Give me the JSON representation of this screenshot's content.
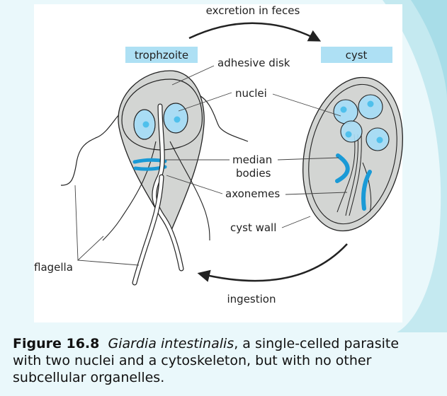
{
  "diagram": {
    "stages": {
      "trophozoite": "trophzoite",
      "cyst": "cyst"
    },
    "arrows": {
      "top": "excretion in feces",
      "bottom": "ingestion"
    },
    "labels": {
      "adhesive_disk": "adhesive disk",
      "nuclei": "nuclei",
      "median_1": "median",
      "median_2": "bodies",
      "axonemes": "axonemes",
      "cyst_wall": "cyst wall",
      "flagella": "flagella"
    },
    "colors": {
      "label_box": "#aee0f4",
      "nucleus": "#a9dcf4",
      "nucleolus": "#4fc0ec",
      "median_body": "#1a9ad6",
      "cell": "#d3d5d3"
    }
  },
  "caption": {
    "figure_number": "Figure 16.8",
    "species": "Giardia intestinalis",
    "text_1": ", a single-celled parasite",
    "text_2": "with two nuclei and a cytoskeleton, but with no other",
    "text_3": "subcellular organelles."
  }
}
